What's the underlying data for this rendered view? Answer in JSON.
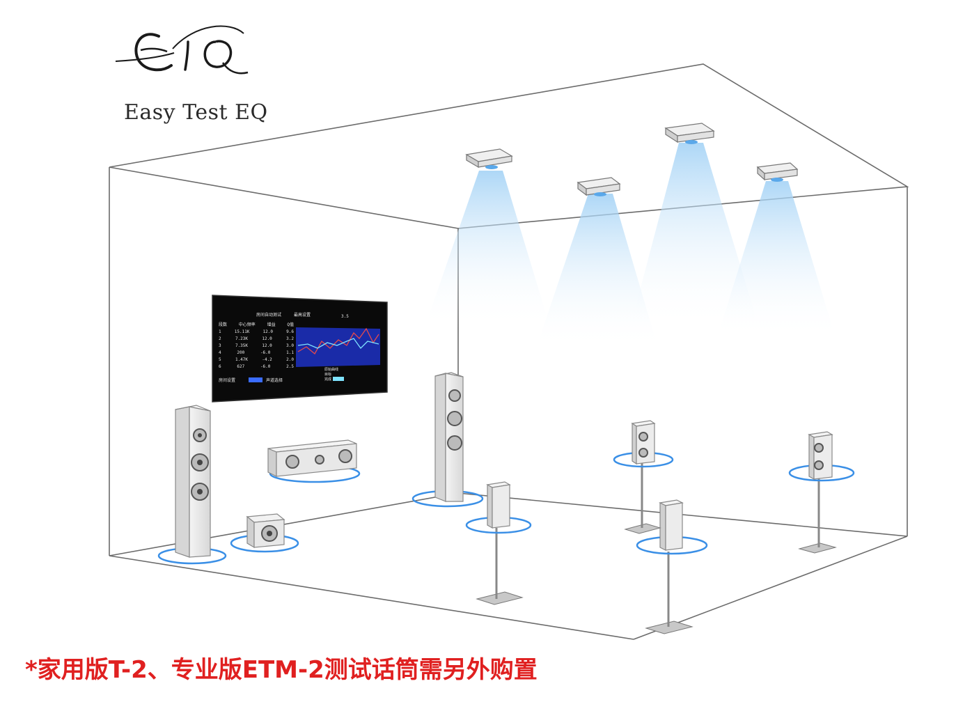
{
  "brand": {
    "logo_icon": "etq-script-logo-icon",
    "name": "Easy Test EQ"
  },
  "footnote": "*家用版T-2、专业版ETM-2测试话筒需另外购置",
  "colors": {
    "footnote_red": "#e02020",
    "room_line": "#6b6b6b",
    "beam_blue": "#9fd0f5",
    "ring_blue": "#3a8fe6",
    "screen_bg": "#0a0a0a",
    "graph_bg": "#1a2ba8"
  },
  "screen": {
    "title_left": "房间自动测试",
    "title_right": "最高设置",
    "corner": "3.5",
    "headers": [
      "段数",
      "中心频率",
      "增益",
      "Q值"
    ],
    "rows": [
      [
        "1",
        "15.11K",
        "12.0",
        "9.6"
      ],
      [
        "2",
        "7.23K",
        "12.0",
        "3.2"
      ],
      [
        "3",
        "7.35K",
        "12.0",
        "3.0"
      ],
      [
        "4",
        "200",
        "-6.0",
        "1.1"
      ],
      [
        "5",
        "1.47K",
        "-4.2",
        "2.0"
      ],
      [
        "6",
        "627",
        "-6.0",
        "2.5"
      ]
    ],
    "footer_left": "房间设置",
    "footer_mid": "声道选择",
    "legend": [
      "原始曲线",
      "目标",
      "完成"
    ]
  }
}
